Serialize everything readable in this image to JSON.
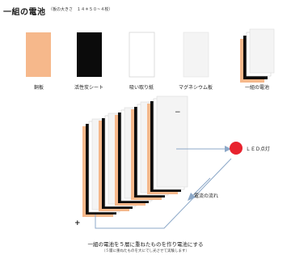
{
  "header": {
    "title": "一組の電池",
    "note": "（板の大きさ　１４＊５０~４枚）"
  },
  "materials": [
    {
      "label": "銅板",
      "color": "#f6b88b"
    },
    {
      "label": "活性炭シート",
      "color": "#0b0b0b"
    },
    {
      "label": "吸い取り紙",
      "color": "#ffffff"
    },
    {
      "label": "マグネシウム板",
      "color": "#f4f4f4"
    },
    {
      "label": "一組の電池",
      "color": "composite"
    }
  ],
  "diagram": {
    "led_label": "ＬＥＤ点灯",
    "led_color": "#e8232e",
    "flow_label": "電流の流れ",
    "plus": "+",
    "minus": "−"
  },
  "footer": {
    "line1": "一組の電池を５層に重ねたものを作り電池にする",
    "line2": "（５層に重ねたものを大にでし光させて実験します）"
  }
}
